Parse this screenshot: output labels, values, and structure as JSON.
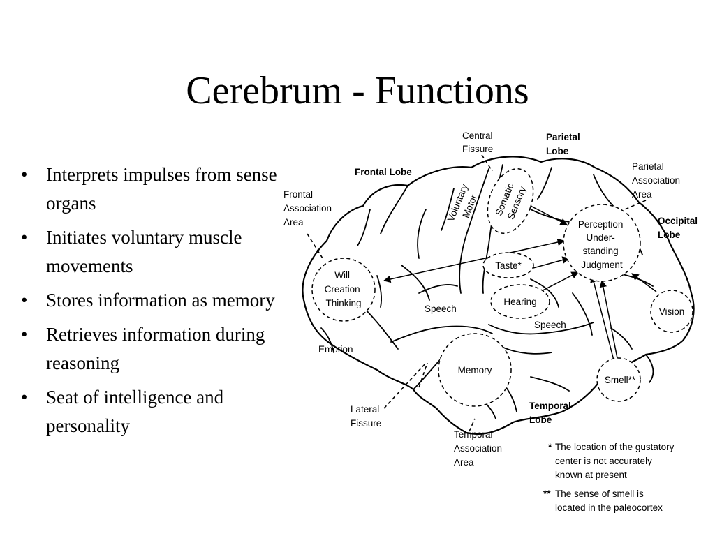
{
  "slide": {
    "title": "Cerebrum - Functions",
    "bullets": [
      "Interprets impulses from sense organs",
      "Initiates voluntary muscle movements",
      "Stores information as memory",
      "Retrieves information during reasoning",
      "Seat of intelligence and personality"
    ],
    "bullet_glyph": "•"
  },
  "diagram": {
    "lobes": {
      "frontal": "Frontal Lobe",
      "parietal": [
        "Parietal",
        "Lobe"
      ],
      "occipital": [
        "Occipital",
        "Lobe"
      ],
      "temporal": [
        "Temporal",
        "Lobe"
      ]
    },
    "labels": {
      "central_fissure": [
        "Central",
        "Fissure"
      ],
      "frontal_association": [
        "Frontal",
        "Association",
        "Area"
      ],
      "parietal_association": [
        "Parietal",
        "Association",
        "Area"
      ],
      "lateral_fissure": [
        "Lateral",
        "Fissure"
      ],
      "temporal_association": [
        "Temporal",
        "Association",
        "Area"
      ],
      "voluntary_motor": [
        "Voluntary",
        "Motor"
      ],
      "somatic_sensory": [
        "Somatic",
        "Sensory"
      ],
      "speech_front": "Speech",
      "speech_temporal": "Speech",
      "emotion": "Emotion"
    },
    "functions": {
      "will": [
        "Will",
        "Creation",
        "Thinking"
      ],
      "perception": [
        "Perception",
        "Under-",
        "standing",
        "Judgment"
      ],
      "taste": "Taste*",
      "hearing": "Hearing",
      "vision": "Vision",
      "memory": "Memory",
      "smell": "Smell**"
    },
    "footnotes": {
      "star1": "*",
      "note1": [
        "The location of the gustatory",
        "center is not accurately",
        "known at present"
      ],
      "star2": "**",
      "note2": [
        "The sense of smell is",
        "located in the paleocortex"
      ]
    }
  }
}
